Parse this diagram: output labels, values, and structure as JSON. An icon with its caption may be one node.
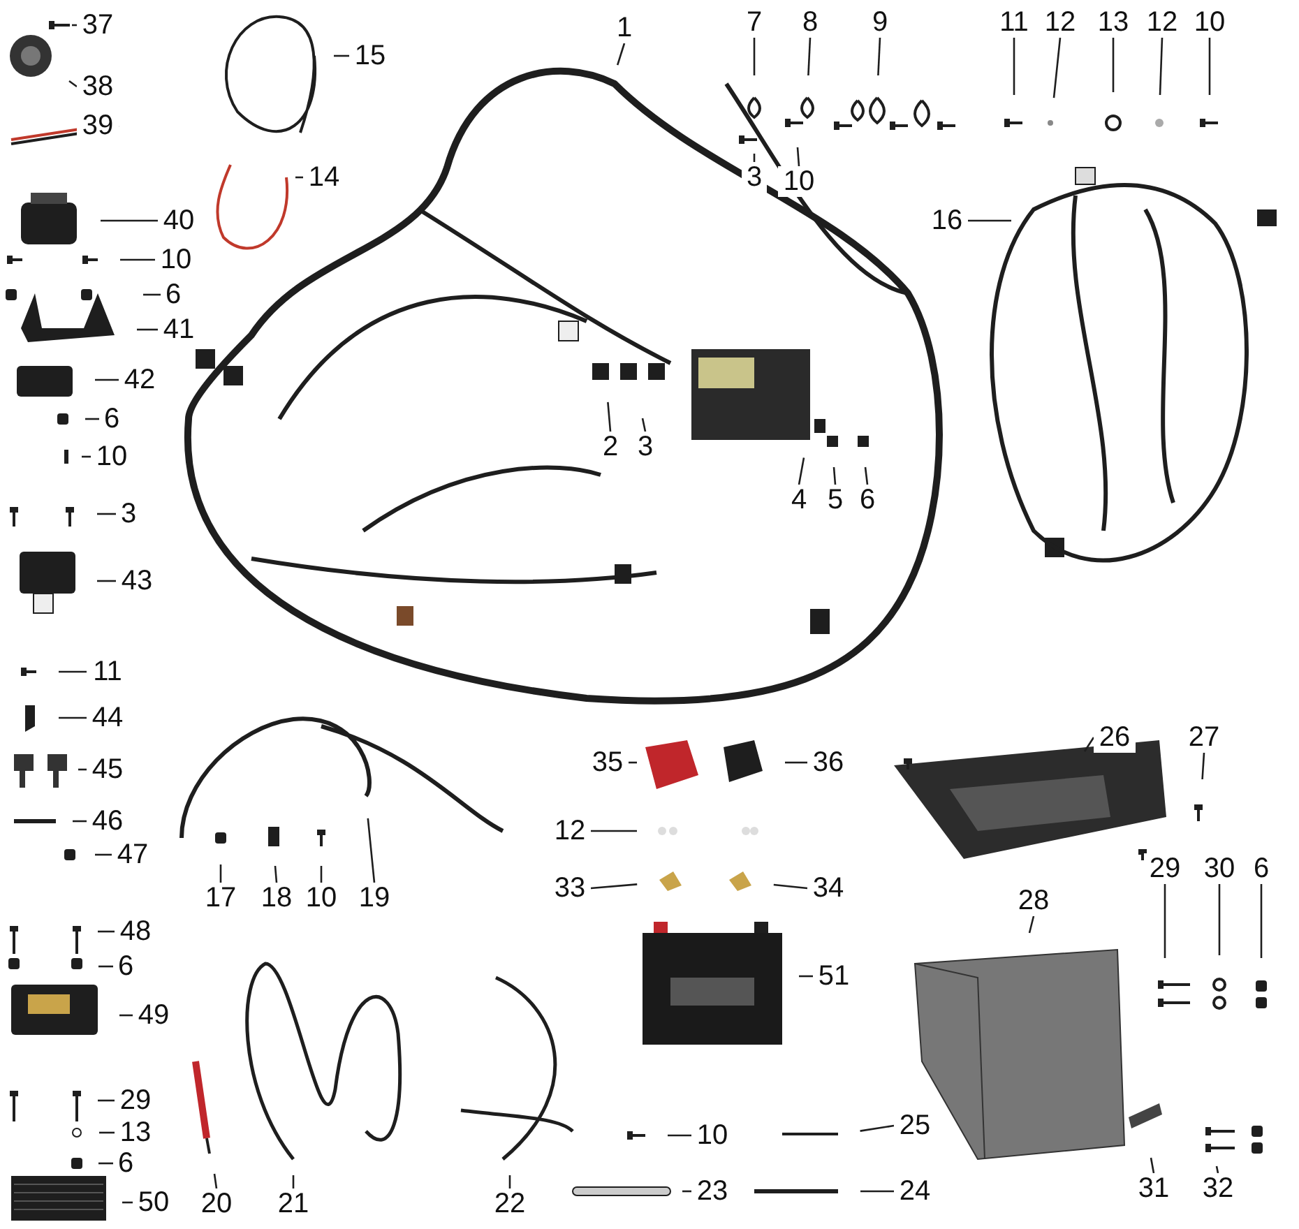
{
  "diagram": {
    "nodes": [
      {
        "text": [
          "37"
        ]
      },
      {
        "text": [
          "38"
        ]
      },
      {
        "text": [
          "39"
        ]
      },
      {
        "text": [
          "15"
        ]
      },
      {
        "text": [
          "1"
        ]
      },
      {
        "text": [
          "7"
        ]
      },
      {
        "text": [
          "8"
        ]
      },
      {
        "text": [
          "9"
        ]
      },
      {
        "text": [
          "11"
        ]
      },
      {
        "text": [
          "12"
        ]
      },
      {
        "text": [
          "13"
        ]
      },
      {
        "text": [
          "12"
        ]
      },
      {
        "text": [
          "10"
        ]
      },
      {
        "text": [
          "3"
        ]
      },
      {
        "text": [
          "10"
        ]
      },
      {
        "text": [
          "14"
        ]
      },
      {
        "text": [
          "40"
        ]
      },
      {
        "text": [
          "16"
        ]
      },
      {
        "text": [
          "10"
        ]
      },
      {
        "text": [
          "6"
        ]
      },
      {
        "text": [
          "41"
        ]
      },
      {
        "text": [
          "42"
        ]
      },
      {
        "text": [
          "6"
        ]
      },
      {
        "text": [
          "10"
        ]
      },
      {
        "text": [
          "2"
        ]
      },
      {
        "text": [
          "3"
        ]
      },
      {
        "text": [
          "4"
        ]
      },
      {
        "text": [
          "5"
        ]
      },
      {
        "text": [
          "6"
        ]
      },
      {
        "text": [
          "3"
        ]
      },
      {
        "text": [
          "43"
        ]
      },
      {
        "text": [
          "11"
        ]
      },
      {
        "text": [
          "44"
        ]
      },
      {
        "text": [
          "26"
        ]
      },
      {
        "text": [
          "27"
        ]
      },
      {
        "text": [
          "35"
        ]
      },
      {
        "text": [
          "36"
        ]
      },
      {
        "text": [
          "45"
        ]
      },
      {
        "text": [
          "46"
        ]
      },
      {
        "text": [
          "12"
        ]
      },
      {
        "text": [
          "47"
        ]
      },
      {
        "text": [
          "17"
        ]
      },
      {
        "text": [
          "18"
        ]
      },
      {
        "text": [
          "10"
        ]
      },
      {
        "text": [
          "19"
        ]
      },
      {
        "text": [
          "33"
        ]
      },
      {
        "text": [
          "34"
        ]
      },
      {
        "text": [
          "28"
        ]
      },
      {
        "text": [
          "29"
        ]
      },
      {
        "text": [
          "30"
        ]
      },
      {
        "text": [
          "6"
        ]
      },
      {
        "text": [
          "48"
        ]
      },
      {
        "text": [
          "6"
        ]
      },
      {
        "text": [
          "51"
        ]
      },
      {
        "text": [
          "49"
        ]
      },
      {
        "text": [
          "29"
        ]
      },
      {
        "text": [
          "13"
        ]
      },
      {
        "text": [
          "10"
        ]
      },
      {
        "text": [
          "25"
        ]
      },
      {
        "text": [
          "6"
        ]
      },
      {
        "text": [
          "23"
        ]
      },
      {
        "text": [
          "24"
        ]
      },
      {
        "text": [
          "31"
        ]
      },
      {
        "text": [
          "32"
        ]
      },
      {
        "text": [
          "50"
        ]
      },
      {
        "text": [
          "20"
        ]
      },
      {
        "text": [
          "21"
        ]
      },
      {
        "text": [
          "22"
        ]
      }
    ],
    "edges": [
      {
        "from": 0,
        "to": null,
        "arrow": "none"
      },
      {
        "from": 1,
        "to": null,
        "arrow": "none"
      },
      {
        "from": 2,
        "to": null,
        "arrow": "none"
      },
      {
        "from": 3,
        "to": null,
        "arrow": "none"
      },
      {
        "from": 4,
        "to": null,
        "arrow": "none"
      },
      {
        "from": 5,
        "to": null,
        "arrow": "none"
      },
      {
        "from": 6,
        "to": null,
        "arrow": "none"
      },
      {
        "from": 7,
        "to": null,
        "arrow": "none"
      },
      {
        "from": 8,
        "to": null,
        "arrow": "none"
      },
      {
        "from": 9,
        "to": null,
        "arrow": "none"
      },
      {
        "from": 10,
        "to": null,
        "arrow": "none"
      },
      {
        "from": 11,
        "to": null,
        "arrow": "none"
      },
      {
        "from": 12,
        "to": null,
        "arrow": "none"
      },
      {
        "from": 13,
        "to": null,
        "arrow": "none"
      },
      {
        "from": 14,
        "to": null,
        "arrow": "none"
      },
      {
        "from": 15,
        "to": null,
        "arrow": "none"
      },
      {
        "from": 16,
        "to": null,
        "arrow": "none"
      },
      {
        "from": 17,
        "to": null,
        "arrow": "none"
      },
      {
        "from": 18,
        "to": null,
        "arrow": "none"
      },
      {
        "from": 19,
        "to": null,
        "arrow": "none"
      },
      {
        "from": 20,
        "to": null,
        "arrow": "none"
      },
      {
        "from": 21,
        "to": null,
        "arrow": "none"
      },
      {
        "from": 22,
        "to": null,
        "arrow": "none"
      },
      {
        "from": 23,
        "to": null,
        "arrow": "none"
      },
      {
        "from": 24,
        "to": null,
        "arrow": "none"
      },
      {
        "from": 25,
        "to": null,
        "arrow": "none"
      },
      {
        "from": 26,
        "to": null,
        "arrow": "none"
      },
      {
        "from": 27,
        "to": null,
        "arrow": "none"
      },
      {
        "from": 28,
        "to": null,
        "arrow": "none"
      },
      {
        "from": 29,
        "to": null,
        "arrow": "none"
      },
      {
        "from": 30,
        "to": null,
        "arrow": "none"
      },
      {
        "from": 31,
        "to": null,
        "arrow": "none"
      },
      {
        "from": 32,
        "to": null,
        "arrow": "none"
      },
      {
        "from": 33,
        "to": null,
        "arrow": "none"
      },
      {
        "from": 34,
        "to": null,
        "arrow": "none"
      },
      {
        "from": 35,
        "to": null,
        "arrow": "none"
      },
      {
        "from": 36,
        "to": null,
        "arrow": "none"
      },
      {
        "from": 37,
        "to": null,
        "arrow": "none"
      },
      {
        "from": 38,
        "to": null,
        "arrow": "none"
      },
      {
        "from": 39,
        "to": null,
        "arrow": "none"
      },
      {
        "from": 40,
        "to": null,
        "arrow": "none"
      },
      {
        "from": 41,
        "to": null,
        "arrow": "none"
      },
      {
        "from": 42,
        "to": null,
        "arrow": "none"
      },
      {
        "from": 43,
        "to": null,
        "arrow": "none"
      },
      {
        "from": 44,
        "to": null,
        "arrow": "none"
      },
      {
        "from": 45,
        "to": null,
        "arrow": "none"
      },
      {
        "from": 46,
        "to": null,
        "arrow": "none"
      },
      {
        "from": 47,
        "to": null,
        "arrow": "none"
      },
      {
        "from": 48,
        "to": null,
        "arrow": "none"
      },
      {
        "from": 49,
        "to": null,
        "arrow": "none"
      },
      {
        "from": 50,
        "to": null,
        "arrow": "none"
      },
      {
        "from": 51,
        "to": null,
        "arrow": "none"
      },
      {
        "from": 52,
        "to": null,
        "arrow": "none"
      },
      {
        "from": 53,
        "to": null,
        "arrow": "none"
      },
      {
        "from": 54,
        "to": null,
        "arrow": "none"
      },
      {
        "from": 55,
        "to": null,
        "arrow": "none"
      },
      {
        "from": 56,
        "to": null,
        "arrow": "none"
      },
      {
        "from": 57,
        "to": null,
        "arrow": "none"
      },
      {
        "from": 58,
        "to": null,
        "arrow": "none"
      },
      {
        "from": 59,
        "to": null,
        "arrow": "none"
      },
      {
        "from": 60,
        "to": null,
        "arrow": "none"
      },
      {
        "from": 61,
        "to": null,
        "arrow": "none"
      },
      {
        "from": 62,
        "to": null,
        "arrow": "none"
      },
      {
        "from": 63,
        "to": null,
        "arrow": "none"
      },
      {
        "from": 64,
        "to": null,
        "arrow": "none"
      },
      {
        "from": 65,
        "to": null,
        "arrow": "none"
      },
      {
        "from": 66,
        "to": null,
        "arrow": "none"
      },
      {
        "from": 67,
        "to": null,
        "arrow": "none"
      }
    ]
  }
}
